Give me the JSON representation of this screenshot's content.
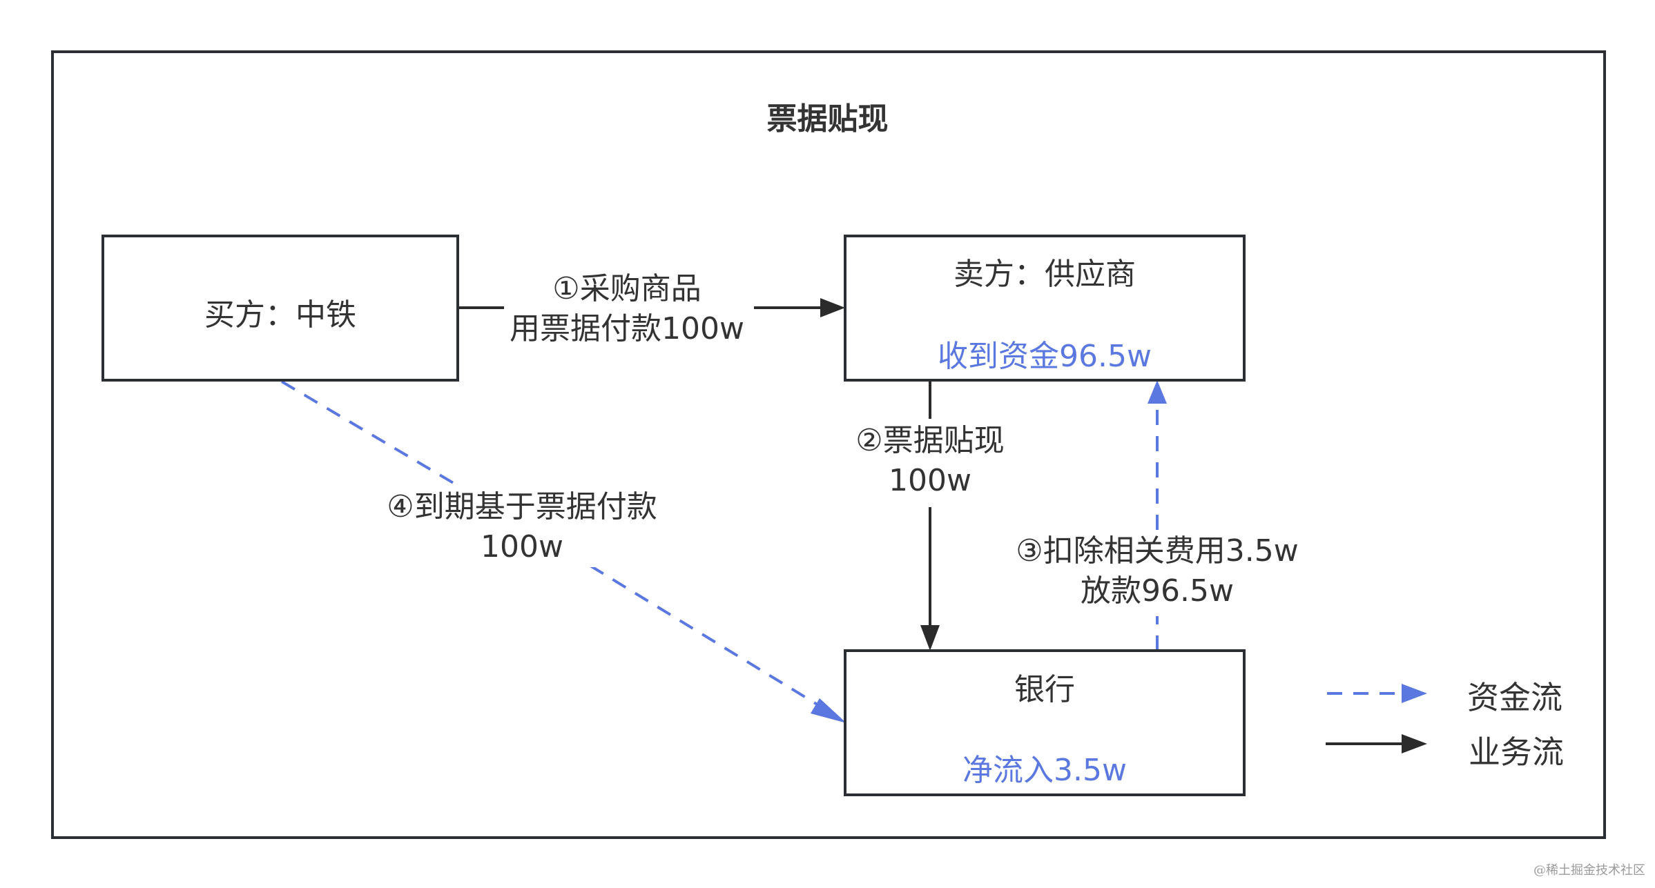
{
  "title": "票据贴现",
  "colors": {
    "border": "#2b2f33",
    "business_flow": "#2b2b2b",
    "money_flow": "#5a78e0",
    "text": "#333333",
    "highlight_text": "#5a78e0"
  },
  "nodes": {
    "buyer": {
      "label": "买方：中铁"
    },
    "seller": {
      "label": "卖方：供应商",
      "note": "收到资金96.5w"
    },
    "bank": {
      "label": "银行",
      "note": "净流入3.5w"
    }
  },
  "edges": [
    {
      "id": "e1",
      "from": "buyer",
      "to": "seller",
      "type": "business",
      "line1": "①采购商品",
      "line2": "用票据付款100w"
    },
    {
      "id": "e2",
      "from": "seller",
      "to": "bank",
      "type": "business",
      "line1": "②票据贴现",
      "line2": "100w"
    },
    {
      "id": "e3",
      "from": "bank",
      "to": "seller",
      "type": "money",
      "line1": "③扣除相关费用3.5w",
      "line2": "放款96.5w"
    },
    {
      "id": "e4",
      "from": "buyer",
      "to": "bank",
      "type": "money",
      "line1": "④到期基于票据付款",
      "line2": "100w"
    }
  ],
  "legend": [
    {
      "type": "money",
      "label": "资金流",
      "icon": "dashed-arrow-icon"
    },
    {
      "type": "business",
      "label": "业务流",
      "icon": "solid-arrow-icon"
    }
  ],
  "watermark": "@稀土掘金技术社区"
}
